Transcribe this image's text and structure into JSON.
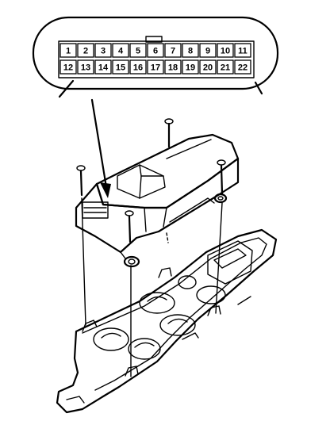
{
  "connector": {
    "top_row_pins": [
      "1",
      "2",
      "3",
      "4",
      "5",
      "6",
      "7",
      "8",
      "9",
      "10",
      "11"
    ],
    "bottom_row_pins": [
      "12",
      "13",
      "14",
      "15",
      "16",
      "17",
      "18",
      "19",
      "20",
      "21",
      "22"
    ]
  },
  "colors": {
    "line": "#000000",
    "background": "#ffffff"
  }
}
